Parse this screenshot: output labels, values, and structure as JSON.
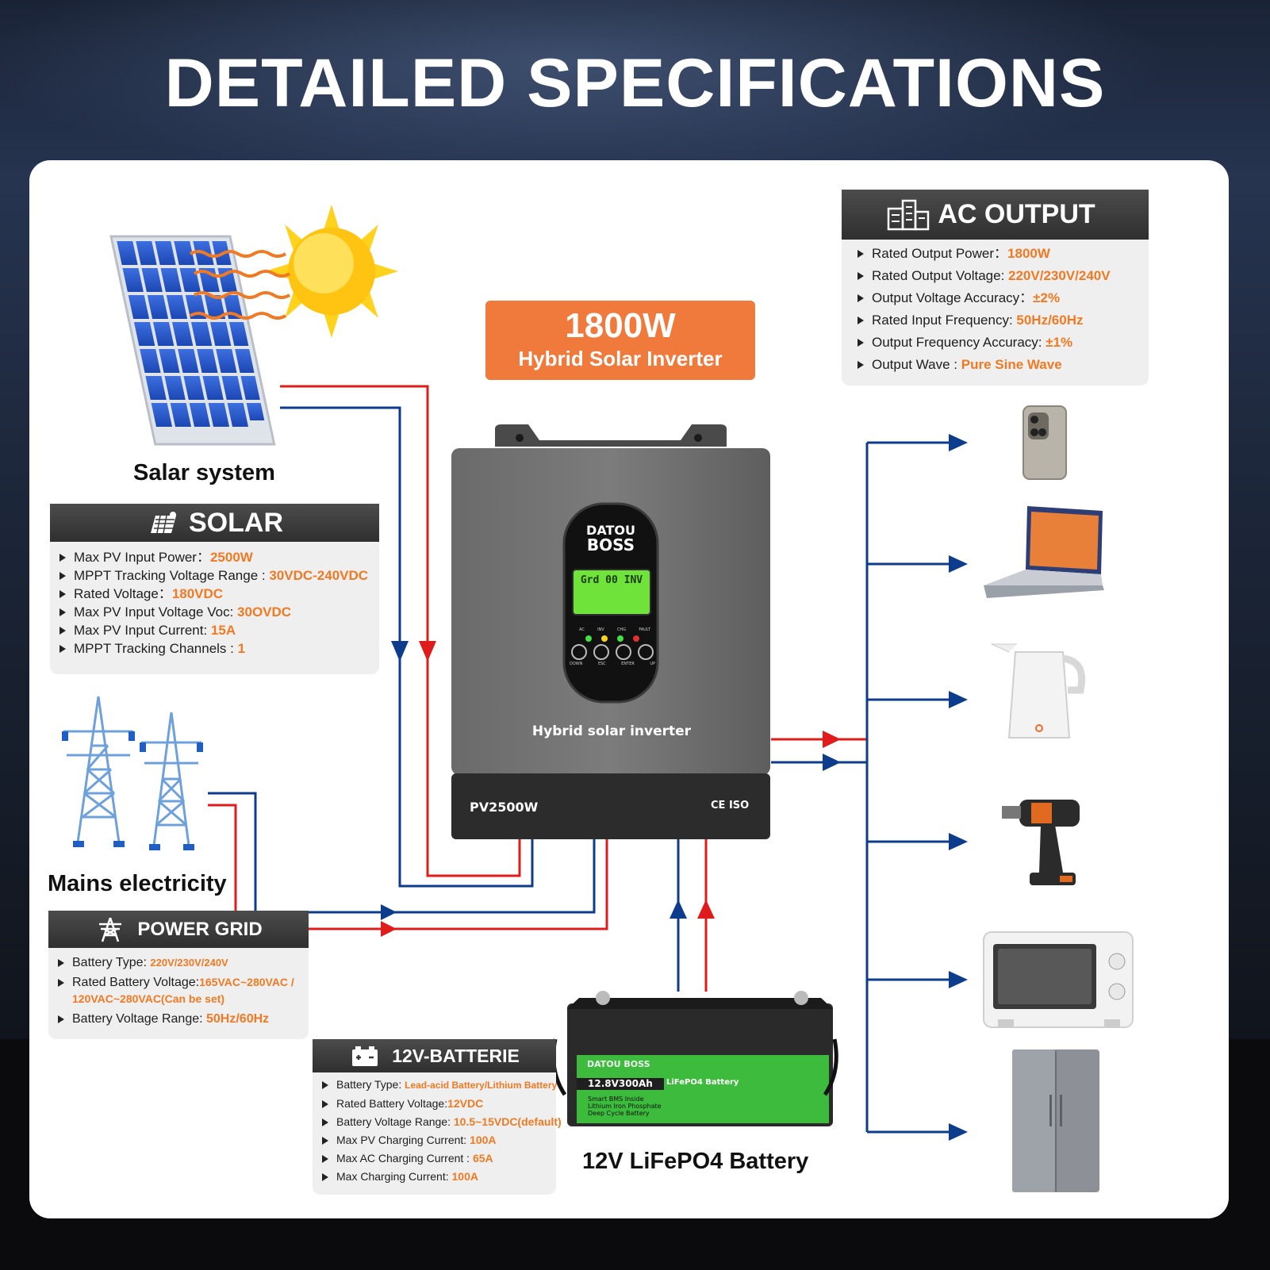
{
  "title": "DETAILED SPECIFICATIONS",
  "inverter_label": {
    "power": "1800W",
    "name": "Hybrid Solar Inverter"
  },
  "inverter_device": {
    "brand_line1": "DATOU",
    "brand_line2": "BOSS",
    "lcd_text": "Grd 00 INV",
    "caption": "Hybrid solar inverter",
    "model": "PV2500W",
    "cert": "CE ISO",
    "buttons": [
      "DOWN",
      "ESC",
      "ENTER",
      "UP"
    ],
    "leds": [
      "AC",
      "INV",
      "CHG",
      "FAULT"
    ]
  },
  "captions": {
    "solar": "Salar system",
    "mains": "Mains electricity",
    "battery": "12V LiFePO4 Battery"
  },
  "battery_device": {
    "brand": "DATOU BOSS",
    "rating": "12.8V300Ah",
    "chem": "LiFePO4 Battery",
    "desc": [
      "Smart BMS Inside",
      "Lithium Iron Phosphate",
      "Deep Cycle Battery"
    ]
  },
  "colors": {
    "accent": "#f07a23",
    "line_red": "#e01b1b",
    "line_blue": "#0d3c8c",
    "header_dark": "#3a3a3a"
  },
  "solar": {
    "header": "SOLAR",
    "icon": "solar-panel-icon",
    "items": [
      {
        "k": "Max PV Input Power：",
        "v": "2500W"
      },
      {
        "k": "MPPT Tracking Voltage Range : ",
        "v": "30VDC-240VDC"
      },
      {
        "k": "Rated Voltage：",
        "v": "180VDC"
      },
      {
        "k": "Max PV Input Voltage Voc: ",
        "v": "30OVDC"
      },
      {
        "k": "Max PV Input Current: ",
        "v": "15A"
      },
      {
        "k": "MPPT Tracking Channels : ",
        "v": "1"
      }
    ]
  },
  "power_grid": {
    "header": "POWER GRID",
    "icon": "power-tower-icon",
    "items": [
      {
        "k": "Battery Type: ",
        "v": "220V/230V/240V"
      },
      {
        "k": "Rated Battery Voltage:",
        "v": "165VAC~280VAC / 120VAC~280VAC(Can be set)"
      },
      {
        "k": "Battery Voltage Range: ",
        "v": "50Hz/60Hz"
      }
    ]
  },
  "battery": {
    "header": "12V-BATTERIE",
    "icon": "battery-icon",
    "items": [
      {
        "k": "Battery Type: ",
        "v": "Lead-acid Battery/Lithium Battery"
      },
      {
        "k": "Rated Battery Voltage:",
        "v": "12VDC"
      },
      {
        "k": "Battery Voltage Range: ",
        "v": "10.5~15VDC(default)"
      },
      {
        "k": "Max PV Charging Current: ",
        "v": "100A"
      },
      {
        "k": "Max AC Charging Current : ",
        "v": "65A"
      },
      {
        "k": "Max Charging Current: ",
        "v": "100A"
      }
    ]
  },
  "ac_output": {
    "header": "AC OUTPUT",
    "icon": "ac-output-icon",
    "items": [
      {
        "k": "Rated Output Power：",
        "v": "1800W"
      },
      {
        "k": "Rated Output Voltage: ",
        "v": "220V/230V/240V"
      },
      {
        "k": "Output Voltage Accuracy：",
        "v": "±2%"
      },
      {
        "k": "Rated Input Frequency: ",
        "v": "50Hz/60Hz"
      },
      {
        "k": "Output Frequency Accuracy: ",
        "v": "±1%"
      },
      {
        "k": "Output Wave : ",
        "v": "Pure Sine Wave"
      }
    ]
  },
  "appliances": [
    "smartphone-icon",
    "laptop-icon",
    "kettle-icon",
    "drill-icon",
    "oven-icon",
    "refrigerator-icon"
  ]
}
